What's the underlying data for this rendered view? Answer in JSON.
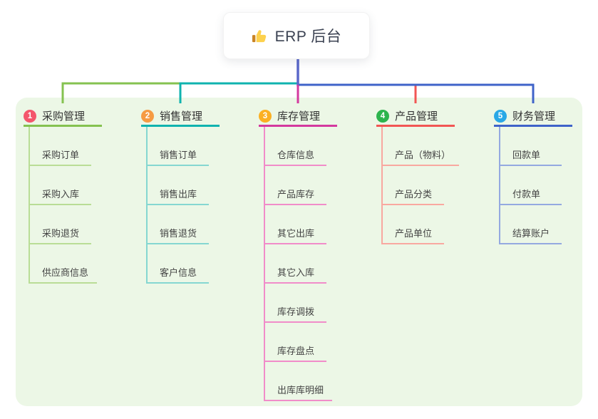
{
  "root": {
    "label": "ERP 后台",
    "icon": "thumbs-up-icon"
  },
  "canvas": {
    "background_color": "#ffffff",
    "panel_background_color": "#ecf7e6",
    "root_connector_color": "#5a68ca",
    "root_text_color": "#3b4252"
  },
  "branches": [
    {
      "index": "1",
      "label": "采购管理",
      "badge_color": "#f4566c",
      "line_color": "#85c250",
      "child_line_color": "#b9dd96",
      "children": [
        "采购订单",
        "采购入库",
        "采购退货",
        "供应商信息"
      ]
    },
    {
      "index": "2",
      "label": "销售管理",
      "badge_color": "#f69b43",
      "line_color": "#10b3af",
      "child_line_color": "#85d7d1",
      "children": [
        "销售订单",
        "销售出库",
        "销售退货",
        "客户信息"
      ]
    },
    {
      "index": "3",
      "label": "库存管理",
      "badge_color": "#fbb023",
      "line_color": "#d4399f",
      "child_line_color": "#f18cc9",
      "children": [
        "仓库信息",
        "产品库存",
        "其它出库",
        "其它入库",
        "库存调拨",
        "库存盘点",
        "出库库明细"
      ]
    },
    {
      "index": "4",
      "label": "产品管理",
      "badge_color": "#2db44d",
      "line_color": "#f25654",
      "child_line_color": "#f9a8a0",
      "children": [
        "产品（物料）",
        "产品分类",
        "产品单位"
      ]
    },
    {
      "index": "5",
      "label": "财务管理",
      "badge_color": "#29a8e6",
      "line_color": "#3f63c9",
      "child_line_color": "#94a9e0",
      "children": [
        "回款单",
        "付款单",
        "结算账户"
      ]
    }
  ]
}
